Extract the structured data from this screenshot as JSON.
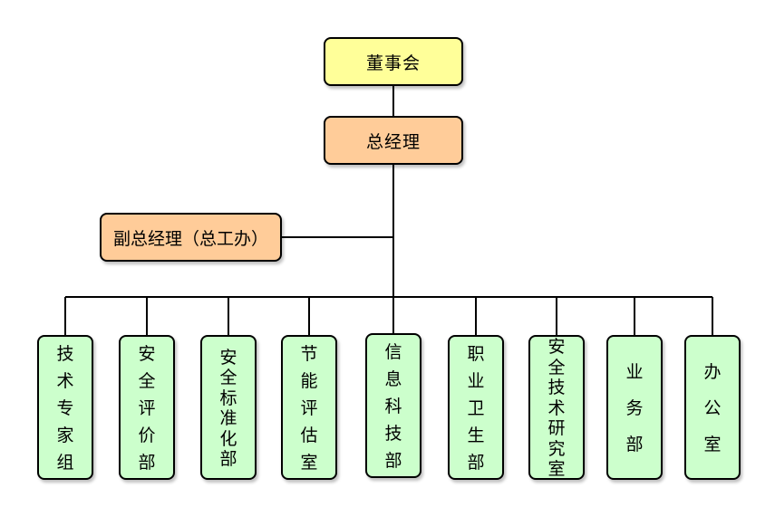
{
  "colors": {
    "board": "#ffff99",
    "management": "#ffcc99",
    "department": "#ccffcc",
    "line": "#000000"
  },
  "org": {
    "board": "董事会",
    "general_manager": "总经理",
    "deputy_general_manager": "副总经理（总工办）",
    "departments": [
      "技术专家组",
      "安全评价部",
      "安全标准化部",
      "节能评估室",
      "信息科技部",
      "职业卫生部",
      "安全技术研究室",
      "业务部",
      "办公室"
    ]
  }
}
